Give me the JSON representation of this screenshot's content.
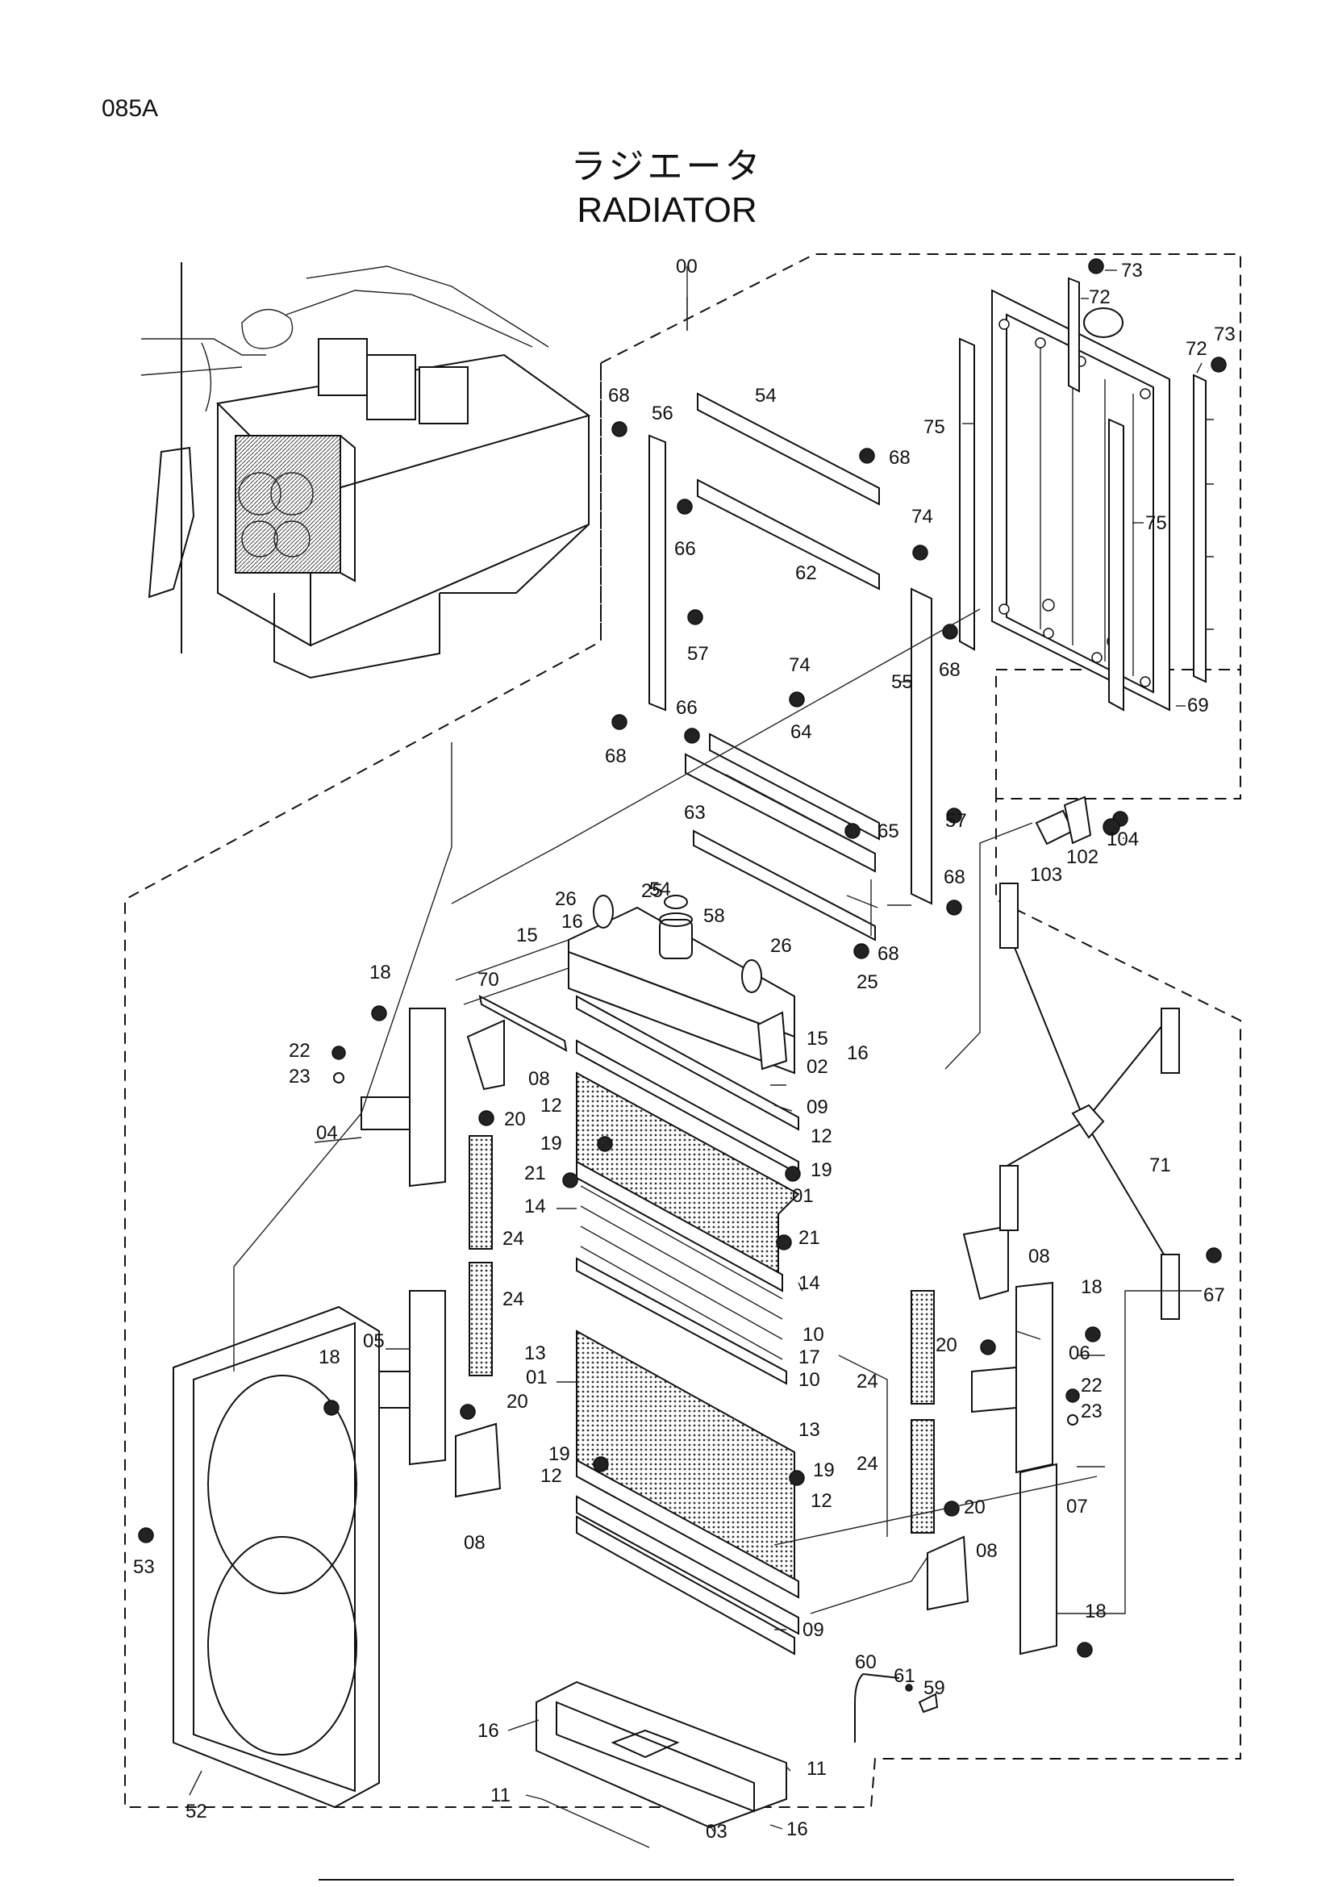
{
  "page": {
    "code": "085A",
    "title_jp": "ラジエータ",
    "title_en": "RADIATOR",
    "footer_rule": true
  },
  "callouts": {
    "c00": "00",
    "c73a": "73",
    "c72a": "72",
    "c72b": "72",
    "c73b": "73",
    "c68a": "68",
    "c56": "56",
    "c54a": "54",
    "c68b": "68",
    "c75a": "75",
    "c75b": "75",
    "c66a": "66",
    "c62": "62",
    "c74a": "74",
    "c57a": "57",
    "c68c": "68",
    "c55": "55",
    "c69": "69",
    "c74b": "74",
    "c66b": "66",
    "c64": "64",
    "c68d": "68",
    "c63": "63",
    "c65": "65",
    "c57b": "57",
    "c104": "104",
    "c102": "102",
    "c103": "103",
    "c54b": "54",
    "c68e": "68",
    "c26a": "26",
    "c25a": "25",
    "c58": "58",
    "c16a": "16",
    "c15a": "15",
    "c26b": "26",
    "c68f": "68",
    "c25b": "25",
    "c18a": "18",
    "c70": "70",
    "c22a": "22",
    "c23a": "23",
    "c08a": "08",
    "c15b": "15",
    "c16b": "16",
    "c02": "02",
    "c04": "04",
    "c12a": "12",
    "c20a": "20",
    "c09a": "09",
    "c12b": "12",
    "c19a": "19",
    "c19b": "19",
    "c21a": "21",
    "c01a": "01",
    "c71": "71",
    "c14a": "14",
    "c21b": "21",
    "c24a": "24",
    "c08b": "08",
    "c14b": "14",
    "c24b": "24",
    "c18b": "18",
    "c67": "67",
    "c05": "05",
    "c10a": "10",
    "c06": "06",
    "c20b": "20",
    "c17": "17",
    "c13a": "13",
    "c01b": "01",
    "c10b": "10",
    "c24c": "24",
    "c22b": "22",
    "c23b": "23",
    "c18c": "18",
    "c20c": "20",
    "c13b": "13",
    "c19c": "19",
    "c12c": "12",
    "c19d": "19",
    "c12d": "12",
    "c24d": "24",
    "c20d": "20",
    "c07": "07",
    "c53": "53",
    "c08c": "08",
    "c08d": "08",
    "c09b": "09",
    "c18d": "18",
    "c16c": "16",
    "c60": "60",
    "c61": "61",
    "c59": "59",
    "c11a": "11",
    "c11b": "11",
    "c52": "52",
    "c03": "03",
    "c16d": "16"
  }
}
